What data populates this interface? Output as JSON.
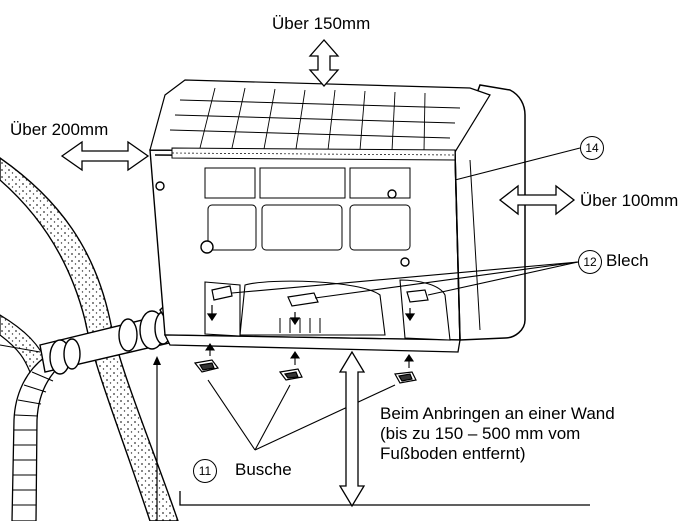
{
  "labels": {
    "top_clearance": "Über 150mm",
    "left_clearance": "Über 200mm",
    "right_clearance": "Über 100mm",
    "part_14": "14",
    "part_12": "12",
    "part_12_name": "Blech",
    "part_11": "11",
    "part_11_name": "Busche",
    "wall_note_line1": "Beim Anbringen an einer Wand",
    "wall_note_line2": "(bis zu 150 – 500 mm vom",
    "wall_note_line3": "Fußboden entfernt)"
  }
}
